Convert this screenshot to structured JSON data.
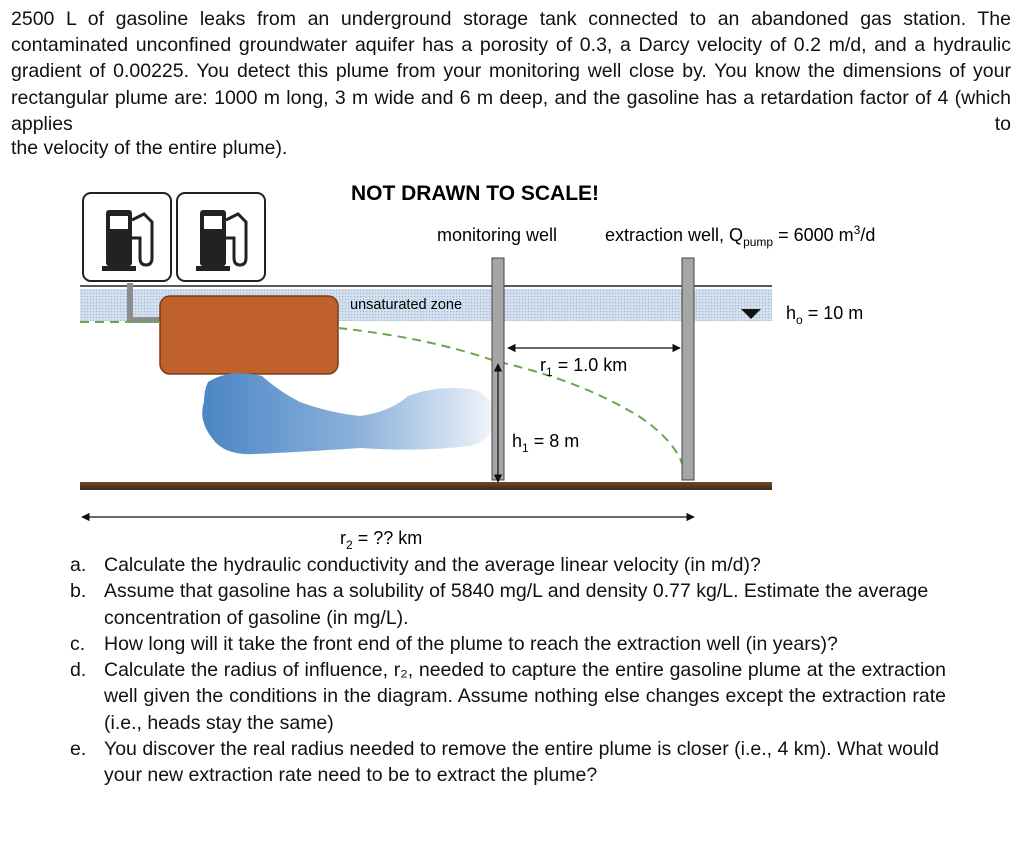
{
  "problem": {
    "intro": "2500 L of gasoline leaks from an underground storage tank connected to an abandoned gas station. The contaminated unconfined groundwater aquifer has a porosity of 0.3, a Darcy velocity of 0.2 m/d, and a hydraulic gradient of 0.00225. You detect this plume from your monitoring well close by. You know the dimensions of your rectangular plume are: 1000 m long, 3 m wide and 6 m deep, and the gasoline has a retardation factor of 4 (which applies to",
    "intro_last": "the velocity of the entire plume)."
  },
  "diagram": {
    "title": "NOT DRAWN TO SCALE!",
    "monitoring_well_label": "monitoring well",
    "extraction_well_label": "extraction well, Q",
    "extraction_well_sub": "pump",
    "extraction_well_rate": " = 6000 m",
    "extraction_well_sup": "3",
    "extraction_well_unit": "/d",
    "unsaturated_zone_label": "unsaturated zone",
    "h0_label": "h",
    "h0_sub": "o",
    "h0_value": " = 10 m",
    "r1_label": "r",
    "r1_sub": "1",
    "r1_value": " = 1.0 km",
    "h1_label": "h",
    "h1_sub": "1",
    "h1_value": " = 8 m",
    "r2_label": "r",
    "r2_sub": "2",
    "r2_value": " = ?? km",
    "colors": {
      "tank": "#c0602b",
      "plume_dark": "#4a86c5",
      "plume_light": "#f2f6fb",
      "dashed_line": "#6aa84f",
      "ground": "#5a3d24",
      "well": "#a6a6a6"
    },
    "icons": [
      "fuel-pump-icon",
      "fuel-pump-icon"
    ]
  },
  "questions": [
    {
      "letter": "a.",
      "text": "Calculate the hydraulic conductivity and the average linear velocity (in m/d)?"
    },
    {
      "letter": "b.",
      "text": "Assume that gasoline has a solubility of 5840 mg/L and density 0.77 kg/L. Estimate the average concentration of gasoline (in mg/L)."
    },
    {
      "letter": "c.",
      "text": "How long will it take the front end of the plume to reach the extraction well (in years)?"
    },
    {
      "letter": "d.",
      "text": "Calculate the radius of influence, r₂, needed to capture the entire gasoline plume at the extraction well given the conditions in the diagram. Assume nothing else changes except the extraction rate (i.e., heads stay the same)"
    },
    {
      "letter": "e.",
      "text": "You discover the real radius needed to remove the entire plume is closer (i.e., 4 km). What would your new extraction rate need to be to extract the plume?"
    }
  ]
}
